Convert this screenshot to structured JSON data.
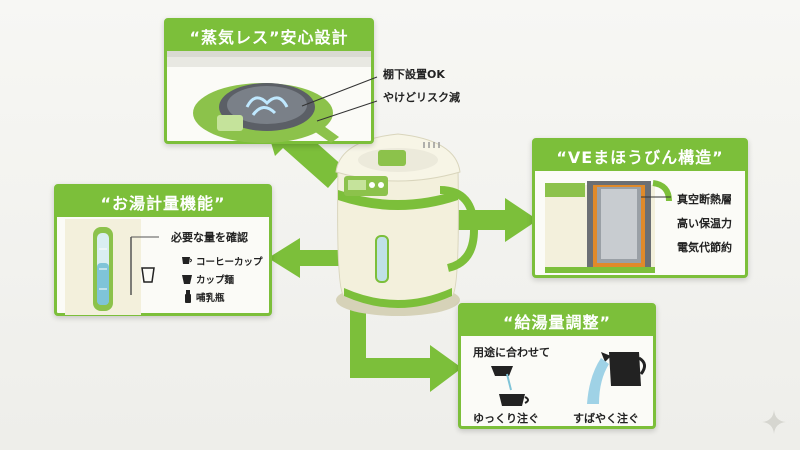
{
  "panels": {
    "steamless": {
      "title": "“蒸気レス”安心設計",
      "labels": [
        "棚下設置OK",
        "やけどリスク減"
      ]
    },
    "ve_structure": {
      "title": "“VEまほうびん構造”",
      "labels": [
        "真空断熱層",
        "高い保温力",
        "電気代節約"
      ]
    },
    "water_gauge": {
      "title": "“お湯計量機能”",
      "heading": "必要な量を確認",
      "items": [
        "コーヒーカップ",
        "カップ麺",
        "哺乳瓶"
      ]
    },
    "pour_adjust": {
      "title": "“給湯量調整”",
      "heading": "用途に合わせて",
      "options": [
        "ゆっくり注ぐ",
        "すばやく注ぐ"
      ]
    }
  },
  "colors": {
    "accent": "#7cbf3a",
    "body": "#f3f0dc",
    "arrow": "#7cbf3a"
  },
  "icons": [
    "coffee-cup-icon",
    "cup-noodle-icon",
    "baby-bottle-icon",
    "water-droplet-icon",
    "sparkle-icon"
  ]
}
